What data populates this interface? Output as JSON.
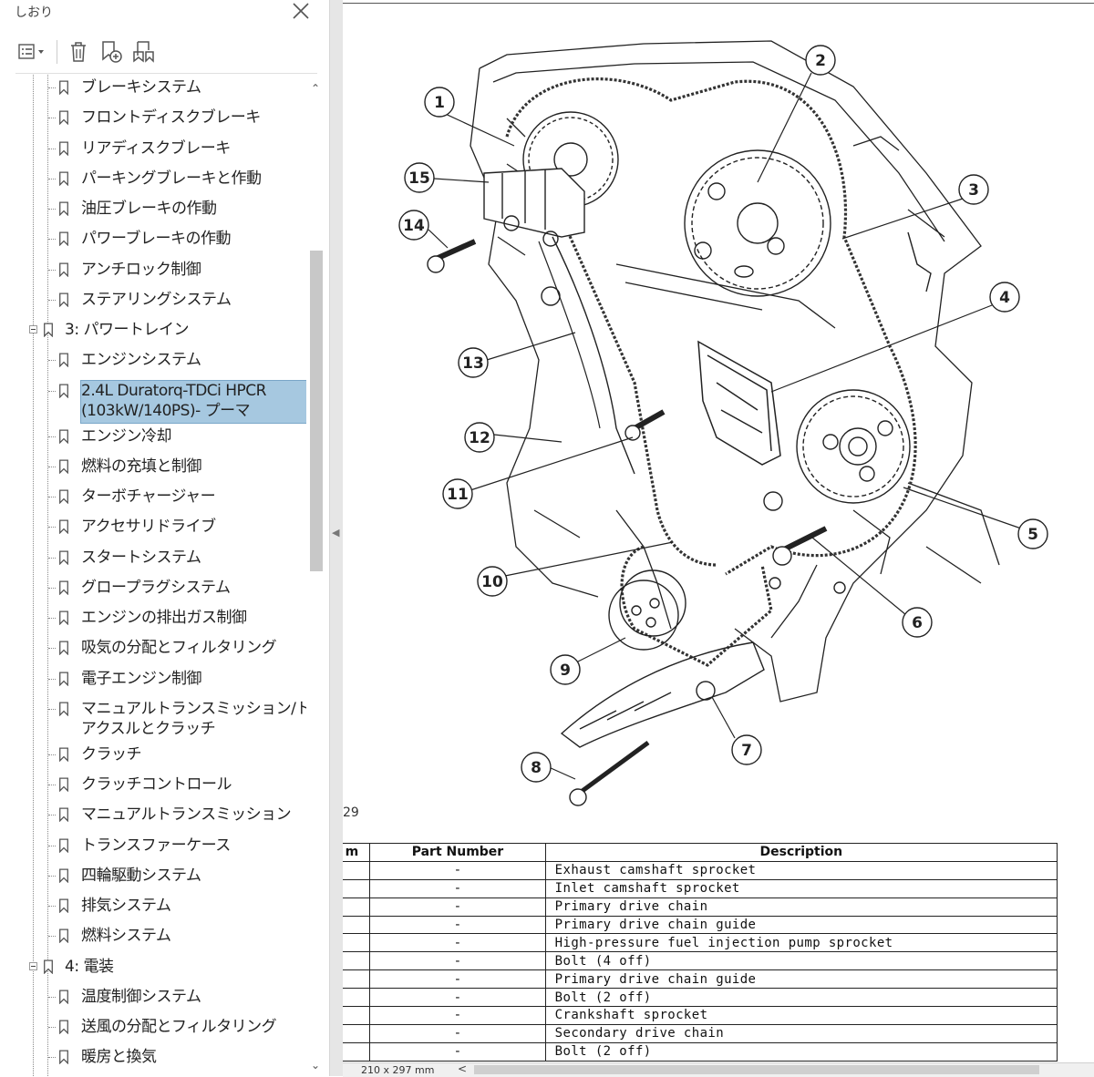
{
  "sidebar": {
    "title": "しおり",
    "close_icon": "close-icon",
    "toolbar": {
      "options_icon": "list-options-icon",
      "delete_icon": "trash-icon",
      "new_bookmark_icon": "new-bookmark-icon",
      "find_bookmark_icon": "find-bookmark-icon"
    },
    "items": [
      {
        "label": "ブレーキシステム",
        "level": 2
      },
      {
        "label": "フロントディスクブレーキ",
        "level": 2
      },
      {
        "label": "リアディスクブレーキ",
        "level": 2
      },
      {
        "label": "パーキングブレーキと作動",
        "level": 2
      },
      {
        "label": "油圧ブレーキの作動",
        "level": 2
      },
      {
        "label": "パワーブレーキの作動",
        "level": 2
      },
      {
        "label": "アンチロック制御",
        "level": 2
      },
      {
        "label": "ステアリングシステム",
        "level": 2
      },
      {
        "label": "3: パワートレイン",
        "level": 1
      },
      {
        "label": "エンジンシステム",
        "level": 2
      },
      {
        "label": "2.4L Duratorq-TDCi HPCR",
        "label2": "(103kW/140PS)- プーマ",
        "level": 2,
        "selected": true
      },
      {
        "label": "エンジン冷却",
        "level": 2
      },
      {
        "label": "燃料の充填と制御",
        "level": 2
      },
      {
        "label": "ターボチャージャー",
        "level": 2
      },
      {
        "label": "アクセサリドライブ",
        "level": 2
      },
      {
        "label": "スタートシステム",
        "level": 2
      },
      {
        "label": "グロープラグシステム",
        "level": 2
      },
      {
        "label": "エンジンの排出ガス制御",
        "level": 2
      },
      {
        "label": "吸気の分配とフィルタリング",
        "level": 2
      },
      {
        "label": "電子エンジン制御",
        "level": 2
      },
      {
        "label": "マニュアルトランスミッション/トランス",
        "label2": "アクスルとクラッチ",
        "level": 2
      },
      {
        "label": "クラッチ",
        "level": 2
      },
      {
        "label": "クラッチコントロール",
        "level": 2
      },
      {
        "label": "マニュアルトランスミッション",
        "level": 2
      },
      {
        "label": "トランスファーケース",
        "level": 2
      },
      {
        "label": "四輪駆動システム",
        "level": 2
      },
      {
        "label": "排気システム",
        "level": 2
      },
      {
        "label": "燃料システム",
        "level": 2
      },
      {
        "label": "4: 電装",
        "level": 1
      },
      {
        "label": "温度制御システム",
        "level": 2
      },
      {
        "label": "送風の分配とフィルタリング",
        "level": 2
      },
      {
        "label": "暖房と換気",
        "level": 2
      }
    ]
  },
  "document": {
    "page_number_fragment": "29",
    "callouts": [
      "1",
      "2",
      "3",
      "4",
      "5",
      "6",
      "7",
      "8",
      "9",
      "10",
      "11",
      "12",
      "13",
      "14",
      "15"
    ],
    "table": {
      "headers": [
        "m",
        "Part Number",
        "Description"
      ],
      "rows": [
        {
          "part": "-",
          "desc": "Exhaust camshaft sprocket"
        },
        {
          "part": "-",
          "desc": "Inlet camshaft sprocket"
        },
        {
          "part": "-",
          "desc": "Primary drive chain"
        },
        {
          "part": "-",
          "desc": "Primary drive chain guide"
        },
        {
          "part": "-",
          "desc": "High-pressure fuel injection pump sprocket"
        },
        {
          "part": "-",
          "desc": "Bolt (4 off)"
        },
        {
          "part": "-",
          "desc": "Primary drive chain guide"
        },
        {
          "part": "-",
          "desc": "Bolt (2 off)"
        },
        {
          "part": "-",
          "desc": "Crankshaft sprocket"
        },
        {
          "part": "-",
          "desc": "Secondary drive chain"
        },
        {
          "part": "-",
          "desc": "Bolt (2 off)"
        }
      ]
    }
  },
  "statusbar": {
    "page_size": "210 x 297 mm"
  }
}
